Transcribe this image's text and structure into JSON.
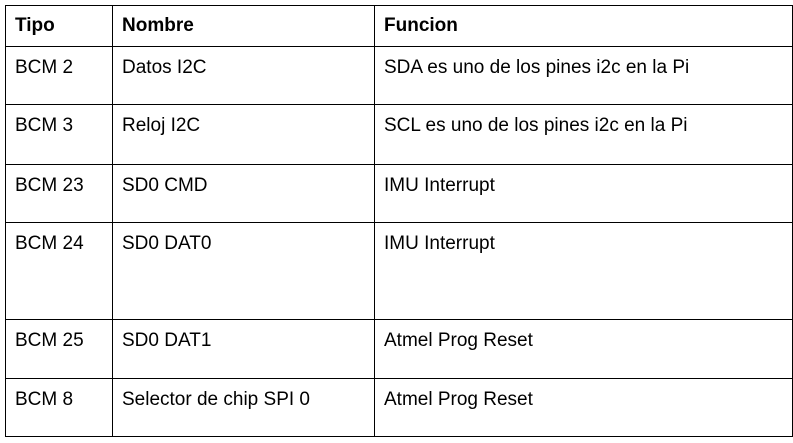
{
  "table": {
    "headers": [
      "Tipo",
      "Nombre",
      "Funcion"
    ],
    "rows": [
      [
        "BCM 2",
        "Datos I2C",
        "SDA es uno de los pines i2c en la Pi"
      ],
      [
        "BCM 3",
        "Reloj I2C",
        "SCL es uno de los pines i2c en la Pi"
      ],
      [
        "BCM 23",
        "SD0 CMD",
        "IMU Interrupt"
      ],
      [
        "BCM 24",
        "SD0 DAT0",
        "IMU Interrupt"
      ],
      [
        "BCM 25",
        "SD0 DAT1",
        "Atmel Prog Reset"
      ],
      [
        "BCM 8",
        "Selector de chip SPI 0",
        "Atmel Prog Reset"
      ]
    ]
  }
}
